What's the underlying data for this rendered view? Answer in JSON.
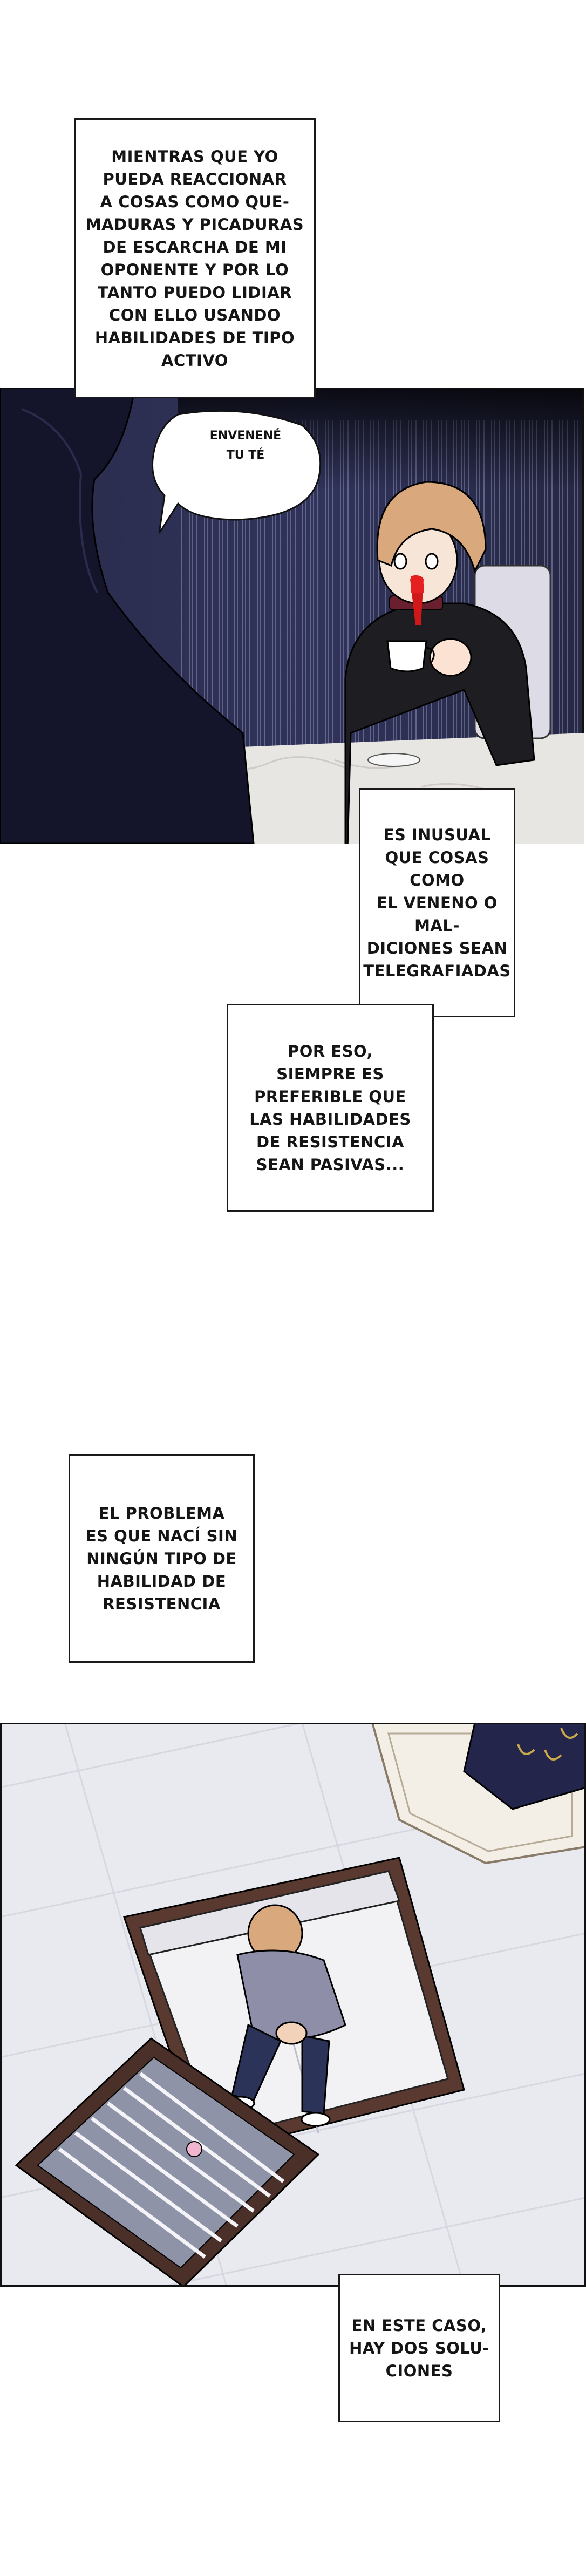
{
  "captions": {
    "c1": "MIENTRAS QUE YO\nPUEDA REACCIONAR\nA COSAS COMO QUE-\nMADURAS Y PICADURAS\nDE ESCARCHA DE MI\nOPONENTE Y POR LO\nTANTO PUEDO LIDIAR\nCON ELLO USANDO\nHABILIDADES DE TIPO\nACTIVO",
    "c2": "ES INUSUAL\nQUE COSAS COMO\nEL VENENO O MAL-\nDICIONES SEAN\nTELEGRAFIADAS",
    "c3": "POR ESO,\nSIEMPRE ES\nPREFERIBLE QUE\nLAS HABILIDADES\nDE RESISTENCIA\nSEAN PASIVAS...",
    "c4": "EL PROBLEMA\nES QUE NACÍ SIN\nNINGÚN TIPO DE\nHABILIDAD DE\nRESISTENCIA",
    "c5": "EN ESTE CASO,\nHAY DOS SOLU-\nCIONES"
  },
  "speech": {
    "poison": "ENVENENÉ\nTU TÉ"
  },
  "colors": {
    "night_bg": "#232545",
    "floor": "#e9eaf0",
    "sofa_frame": "#5a3a30",
    "hair": "#d9a87c"
  }
}
